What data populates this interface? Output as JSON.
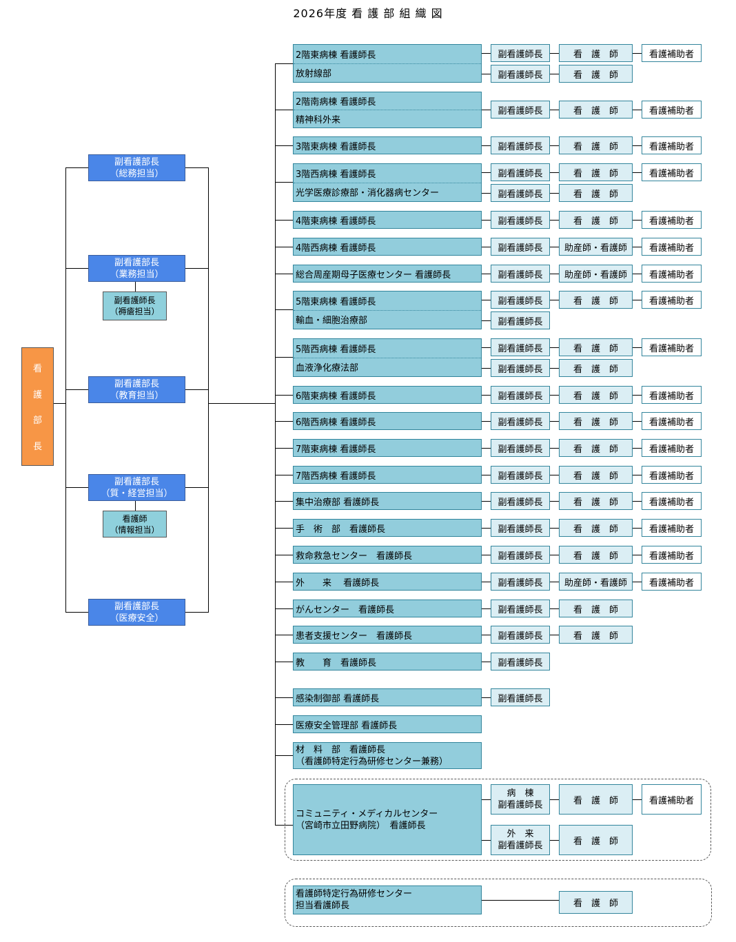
{
  "title": "2026年度 看 護 部 組 織 図",
  "director": [
    "看",
    "護",
    "部",
    "長"
  ],
  "deputies": [
    {
      "line1": "副看護部長",
      "line2": "（総務担当）"
    },
    {
      "line1": "副看護部長",
      "line2": "（業務担当）"
    },
    {
      "line1": "副看護部長",
      "line2": "（教育担当）"
    },
    {
      "line1": "副看護部長",
      "line2": "（質・経営担当）"
    },
    {
      "line1": "副看護部長",
      "line2": "（医療安全）"
    }
  ],
  "subs": [
    {
      "line1": "副看護師長",
      "line2": "（褥瘡担当）"
    },
    {
      "line1": "看護師",
      "line2": "（情報担当）"
    }
  ],
  "depts": [
    "2階東病棟 看護師長",
    "放射線部",
    "2階南病棟 看護師長",
    "精神科外来",
    "3階東病棟 看護師長",
    "3階西病棟 看護師長",
    "光学医療診療部・消化器病センター",
    "4階東病棟 看護師長",
    "4階西病棟 看護師長",
    "総合周産期母子医療センター 看護師長",
    "5階東病棟 看護師長",
    "輸血・細胞治療部",
    "5階西病棟 看護師長",
    "血液浄化療法部",
    "6階東病棟 看護師長",
    "6階西病棟 看護師長",
    "7階東病棟 看護師長",
    "7階西病棟 看護師長",
    "集中治療部 看護師長",
    "手　術　部　看護師長",
    "救命救急センター　看護師長",
    "外　　来　 看護師長",
    "がんセンター　看護師長",
    "患者支援センター　看護師長",
    "教　　育　看護師長",
    "感染制御部 看護師長",
    "医療安全管理部 看護師長",
    "材　料　部　看護師長",
    "（看護師特定行為研修センター兼務）",
    "コミュニティ・メディカルセンター",
    "（宮崎市立田野病院）　看護師長",
    "看護師特定行為研修センター",
    "担当看護師長"
  ],
  "roles": {
    "deputy_head_nurse": "副看護師長",
    "nurse": "看　護　師",
    "midwife_nurse": "助産師・看護師",
    "aide": "看護補助者",
    "ward": "病　棟",
    "outpatient": "外　来"
  }
}
